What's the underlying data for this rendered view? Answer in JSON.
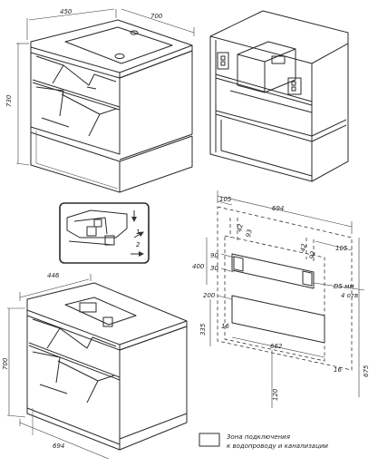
{
  "view1": {
    "width": "450",
    "length": "700",
    "height": "730"
  },
  "view3": {
    "width": "446",
    "height": "700",
    "length": "694"
  },
  "inset": {
    "label_top": "1",
    "label_bottom": "2"
  },
  "plan": {
    "top_width": "694",
    "left_offset": "105",
    "right_offset": "105",
    "small_42_a": "42",
    "small_93_a": "93",
    "small_42_b": "42",
    "small_92_b": "92",
    "v_400": "400",
    "v_90": "90",
    "v_30": "30",
    "v_200": "200",
    "v_335": "335",
    "v_16_a": "16",
    "v_662": "662",
    "v_16_b": "16",
    "v_120": "120",
    "v_675": "675",
    "hole_note_1": "D5 мм",
    "hole_note_2": "4 отв"
  },
  "legend": {
    "line1": "Зона подключения",
    "line2": "к водопроводу и канализации"
  }
}
